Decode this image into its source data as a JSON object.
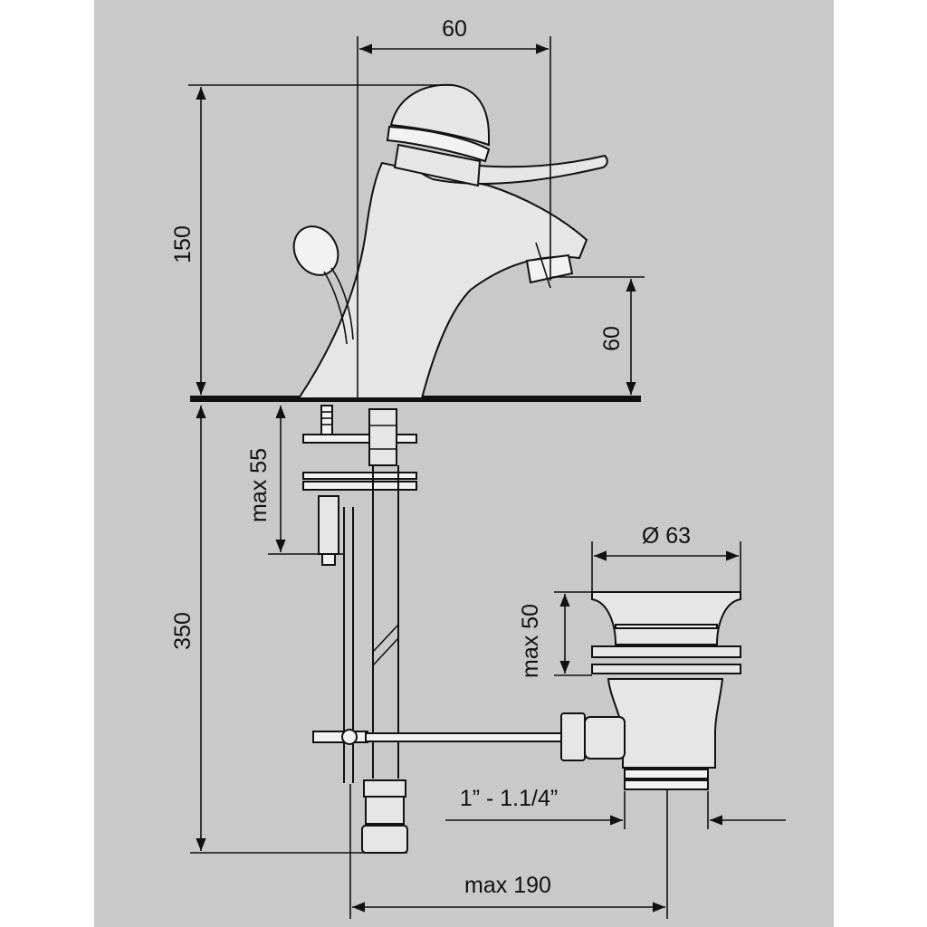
{
  "colors": {
    "page_background": "#ffffff",
    "panel_background": "#c9c9c9",
    "line": "#111111",
    "part_fill": "#e6e6e6"
  },
  "dimensions": {
    "spout_reach": "60",
    "faucet_height": "150",
    "spout_clearance": "60",
    "max_deck_thickness": "max 55",
    "total_height_below": "350",
    "drain_diameter": "Ø 63",
    "drain_max_thickness": "max 50",
    "drain_thread": "1” - 1.1/4”",
    "max_horizontal": "max 190"
  }
}
